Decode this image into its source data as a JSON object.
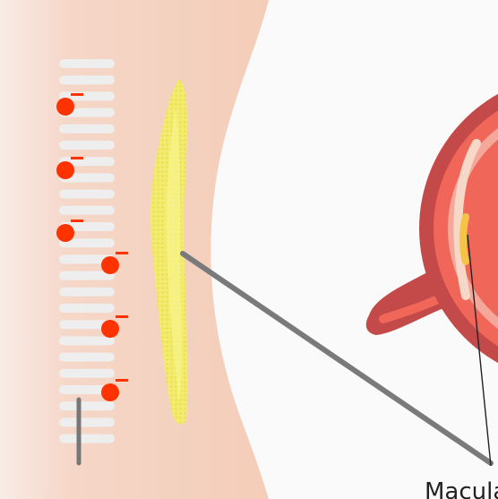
{
  "labels": {
    "macula": "Macula"
  },
  "icons": {
    "free_radical": "red-circle-with-minus",
    "pigment": "yellow-granular-band",
    "eye": "eye-cross-section"
  },
  "colors": {
    "background": "#fafafa",
    "tissue": "#f5d5c5",
    "membranes": "#eeeeee",
    "free_radical": "#ff3300",
    "pigment": "#f2ea6a",
    "eye_outer": "#c44a4a",
    "eye_inner": "#f0675a",
    "macula_highlight": "#f6c445",
    "connector": "#7a7a7a"
  },
  "counts": {
    "free_radicals": 6
  }
}
